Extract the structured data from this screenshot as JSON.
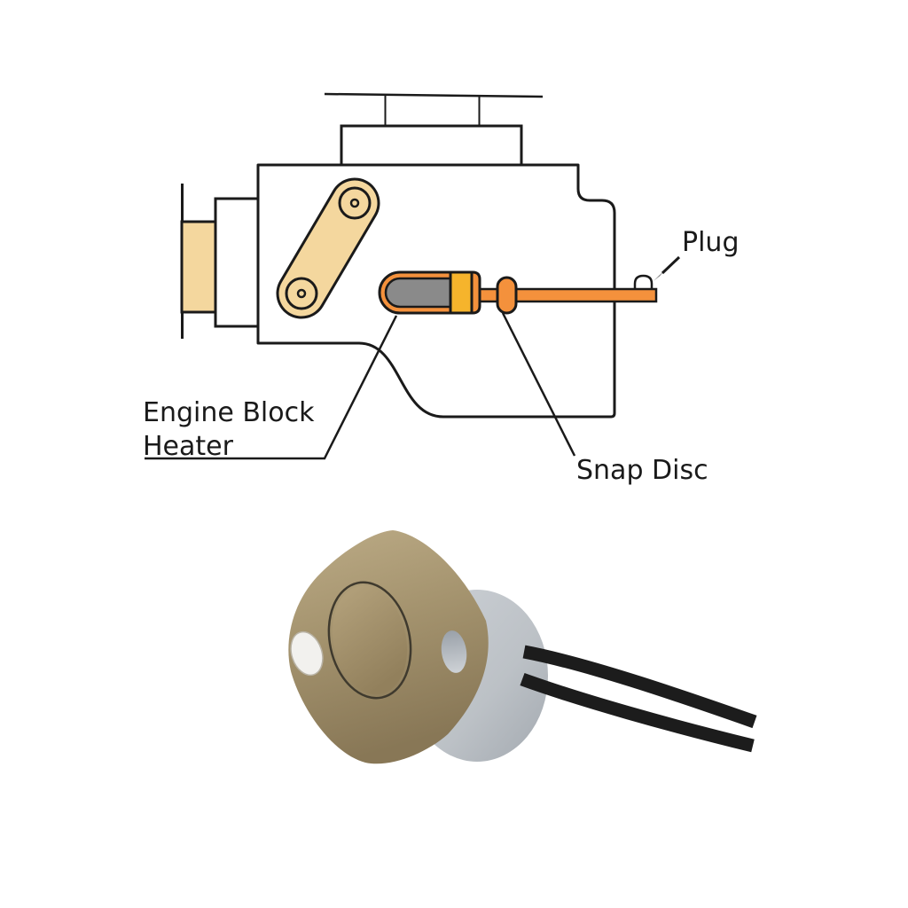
{
  "figure": {
    "labels": {
      "plug": "Plug",
      "engine_block_heater_line1": "Engine Block",
      "engine_block_heater_line2": "Heater",
      "snap_disc": "Snap Disc"
    },
    "colors": {
      "line": "#1a1a1a",
      "orange": "#f4913c",
      "yellow": "#f6b42c",
      "cream": "#f4d79e",
      "heater_gray": "#8a8a8a",
      "white": "#ffffff",
      "flange_khaki": "#a5946f",
      "body_gray": "#bfc4c9",
      "wire_black": "#1c1c1c"
    }
  }
}
